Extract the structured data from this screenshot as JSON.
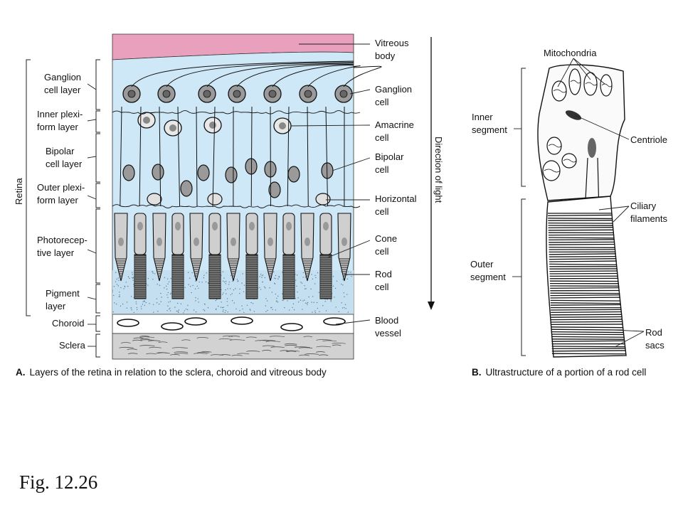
{
  "panel_a": {
    "left_labels": {
      "retina": "Retina",
      "ganglion_cell_layer": "Ganglion\ncell layer",
      "inner_plexiform_layer": "Inner plexi-\nform layer",
      "bipolar_cell_layer": "Bipolar\ncell layer",
      "outer_plexiform_layer": "Outer plexi-\nform layer",
      "photoreceptive_layer": "Photorecep-\ntive layer",
      "pigment_layer": "Pigment\nlayer",
      "choroid": "Choroid",
      "sclera": "Sclera"
    },
    "right_labels": {
      "vitreous_body": "Vitreous\nbody",
      "ganglion_cell": "Ganglion\ncell",
      "amacrine_cell": "Amacrine\ncell",
      "bipolar_cell": "Bipolar\ncell",
      "horizontal_cell": "Horizontal\ncell",
      "cone_cell": "Cone\ncell",
      "rod_cell": "Rod\ncell",
      "blood_vessel": "Blood\nvessel"
    },
    "direction_label": "Direction of light",
    "caption_letter": "A.",
    "caption_text": "Layers of the retina in relation to the sclera, choroid and vitreous body",
    "colors": {
      "vitreous": "#e8a0bc",
      "retina_bg": "#cfe8f7",
      "cell_fill": "#9a9a9a",
      "photoreceptor_fill": "#cfcfcf",
      "choroid": "#ffffff",
      "sclera": "#d2d2d2"
    }
  },
  "panel_b": {
    "labels": {
      "mitochondria": "Mitochondria",
      "inner_segment": "Inner\nsegment",
      "centriole": "Centriole",
      "ciliary_filaments": "Ciliary\nfilaments",
      "outer_segment": "Outer\nsegment",
      "rod_sacs": "Rod\nsacs"
    },
    "caption_letter": "B.",
    "caption_text": "Ultrastructure of a portion of a rod cell"
  },
  "figure_title": "Fig. 12.26"
}
